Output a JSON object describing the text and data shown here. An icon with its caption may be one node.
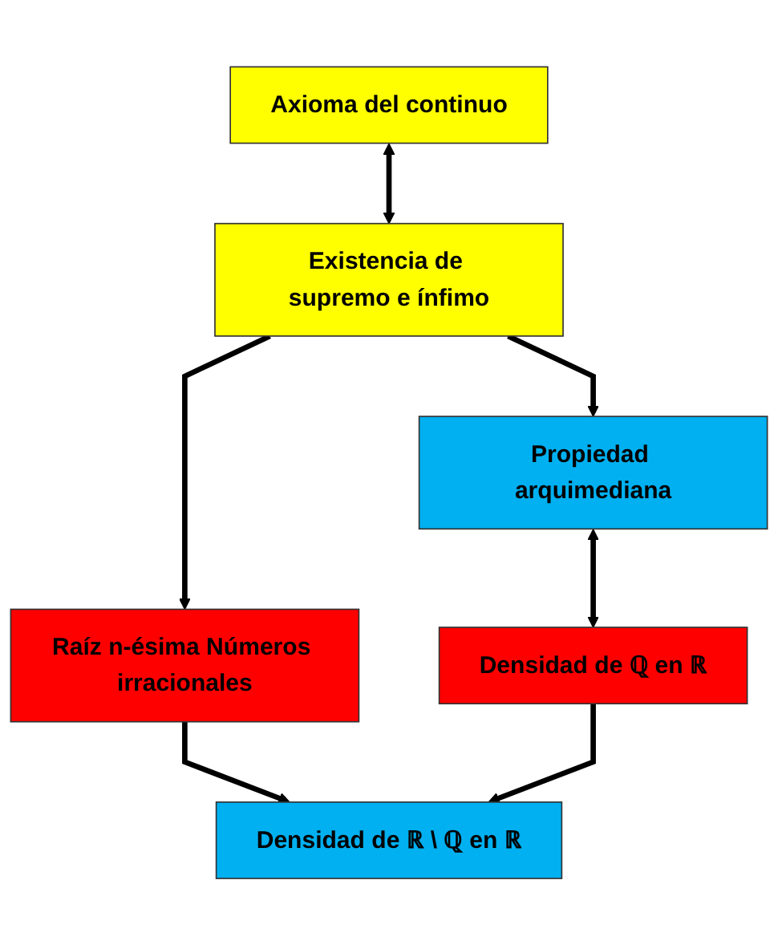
{
  "diagram": {
    "nodes": [
      {
        "text": [
          "Axioma del continuo"
        ]
      },
      {
        "text": [
          "Existencia de supremo e ínfimo"
        ]
      },
      {
        "text": [
          "Propiedad arquimediana"
        ]
      },
      {
        "text": [
          "Raíz n-ésima Números irracionales"
        ]
      },
      {
        "text": [
          "Densidad de ℚ en ℝ"
        ]
      },
      {
        "text": [
          "Densidad de ℝ \\ ℚ en ℝ"
        ]
      }
    ],
    "edges": [
      {
        "from": 0,
        "to": 1,
        "arrow": "both"
      },
      {
        "from": 1,
        "to": 2,
        "arrow": "to"
      },
      {
        "from": 1,
        "to": 3,
        "arrow": "to"
      },
      {
        "from": 2,
        "to": 4,
        "arrow": "both"
      },
      {
        "from": 3,
        "to": 5,
        "arrow": "to"
      },
      {
        "from": 4,
        "to": 5,
        "arrow": "to"
      }
    ]
  }
}
